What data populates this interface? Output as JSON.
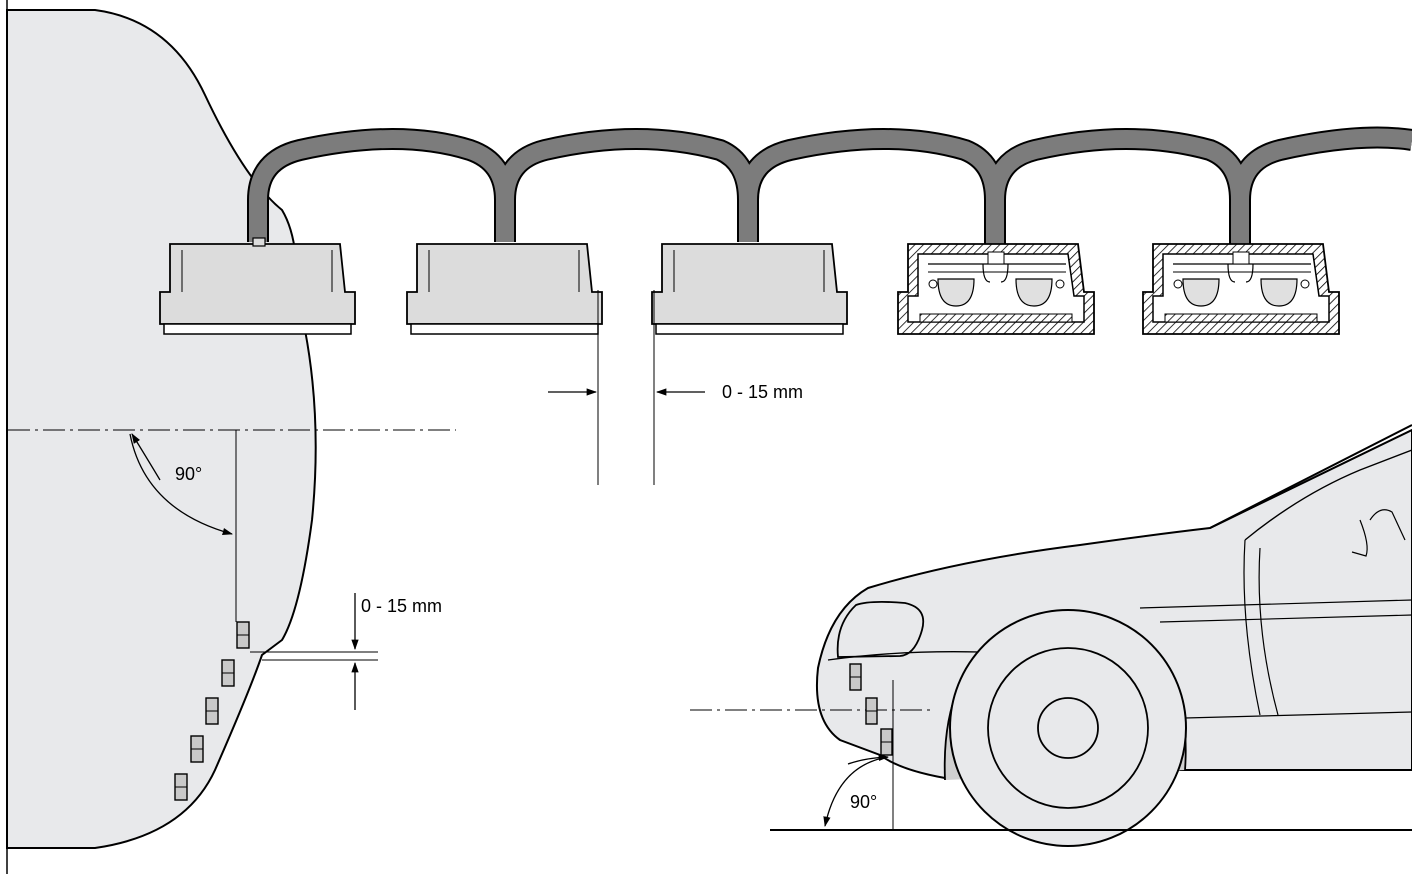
{
  "diagram": {
    "labels": {
      "gap_top": "0 - 15 mm",
      "gap_side": "0 - 15 mm",
      "angle_side": "90°",
      "angle_car": "90°"
    },
    "colors": {
      "body_fill": "#e8e9eb",
      "cable_fill": "#7c7c7c",
      "module_fill": "#dcdcdc",
      "line": "#000000"
    },
    "modules": [
      {
        "type": "closed-housing"
      },
      {
        "type": "closed-housing"
      },
      {
        "type": "closed-housing"
      },
      {
        "type": "cutaway-section"
      },
      {
        "type": "cutaway-section"
      }
    ]
  }
}
